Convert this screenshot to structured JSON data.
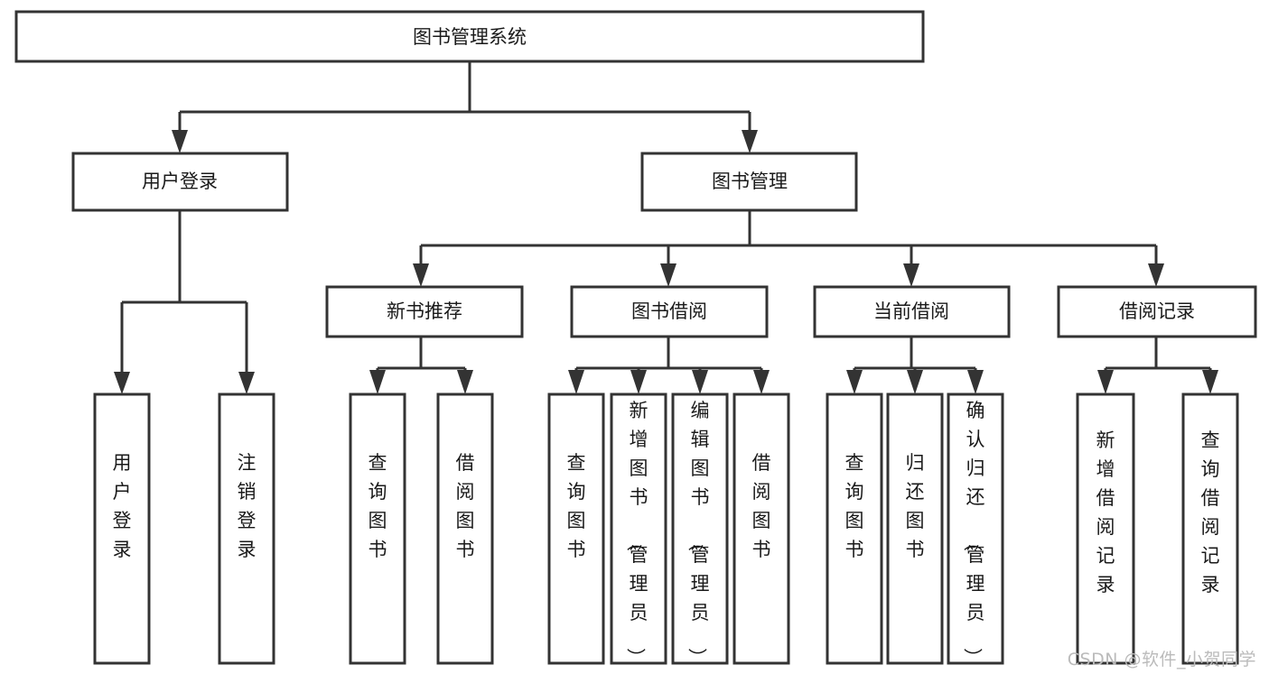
{
  "diagram": {
    "type": "tree-hierarchy-chart",
    "title": "图书管理系统",
    "watermark": "CSDN @软件_小贺同学",
    "colors": {
      "box_stroke": "#333333",
      "box_fill": "#ffffff",
      "text": "#1a1a1a",
      "connector": "#333333",
      "watermark": "#bbbbbb",
      "background": "#ffffff"
    },
    "levels": [
      {
        "level": 1,
        "nodes": [
          {
            "id": "root",
            "label": "图书管理系统",
            "orientation": "horizontal"
          }
        ]
      },
      {
        "level": 2,
        "nodes": [
          {
            "id": "user-login",
            "label": "用户登录",
            "orientation": "horizontal",
            "parent": "root"
          },
          {
            "id": "book-manage",
            "label": "图书管理",
            "orientation": "horizontal",
            "parent": "root"
          }
        ]
      },
      {
        "level": 3,
        "nodes": [
          {
            "id": "new-book-recommend",
            "label": "新书推荐",
            "orientation": "horizontal",
            "parent": "book-manage"
          },
          {
            "id": "book-borrow",
            "label": "图书借阅",
            "orientation": "horizontal",
            "parent": "book-manage"
          },
          {
            "id": "current-borrow",
            "label": "当前借阅",
            "orientation": "horizontal",
            "parent": "book-manage"
          },
          {
            "id": "borrow-record",
            "label": "借阅记录",
            "orientation": "horizontal",
            "parent": "book-manage"
          }
        ]
      },
      {
        "level": 4,
        "nodes": [
          {
            "id": "leaf-user-login",
            "label": "用户登录",
            "orientation": "vertical",
            "parent": "user-login"
          },
          {
            "id": "leaf-logout-login",
            "label": "注销登录",
            "orientation": "vertical",
            "parent": "user-login"
          },
          {
            "id": "leaf-query-book-1",
            "label": "查询图书",
            "orientation": "vertical",
            "parent": "new-book-recommend"
          },
          {
            "id": "leaf-borrow-book-1",
            "label": "借阅图书",
            "orientation": "vertical",
            "parent": "new-book-recommend"
          },
          {
            "id": "leaf-query-book-2",
            "label": "查询图书",
            "orientation": "vertical",
            "parent": "book-borrow"
          },
          {
            "id": "leaf-add-book",
            "label": "新增图书（管理员）",
            "orientation": "vertical",
            "parent": "book-borrow"
          },
          {
            "id": "leaf-edit-book",
            "label": "编辑图书（管理员）",
            "orientation": "vertical",
            "parent": "book-borrow"
          },
          {
            "id": "leaf-borrow-book-2",
            "label": "借阅图书",
            "orientation": "vertical",
            "parent": "book-borrow"
          },
          {
            "id": "leaf-query-book-3",
            "label": "查询图书",
            "orientation": "vertical",
            "parent": "current-borrow"
          },
          {
            "id": "leaf-return-book",
            "label": "归还图书",
            "orientation": "vertical",
            "parent": "current-borrow"
          },
          {
            "id": "leaf-confirm-return",
            "label": "确认归还（管理员）",
            "orientation": "vertical",
            "parent": "current-borrow"
          },
          {
            "id": "leaf-add-record",
            "label": "新增借阅记录",
            "orientation": "vertical",
            "parent": "borrow-record"
          },
          {
            "id": "leaf-query-record",
            "label": "查询借阅记录",
            "orientation": "vertical",
            "parent": "borrow-record"
          }
        ]
      }
    ]
  }
}
